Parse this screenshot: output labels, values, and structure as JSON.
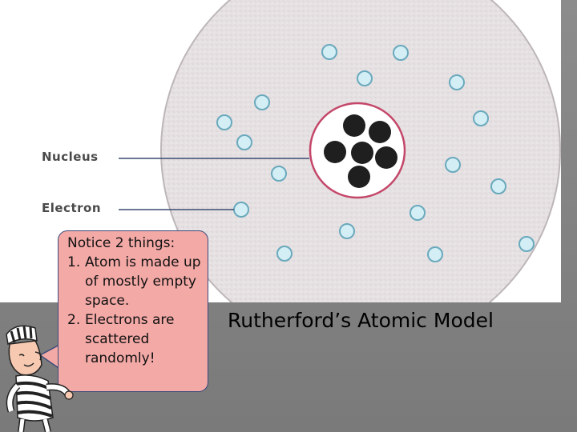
{
  "diagram": {
    "labels": {
      "nucleus": "Nucleus",
      "electron": "Electron"
    }
  },
  "caption": "Rutherford’s Atomic Model",
  "callout": {
    "title": "Notice 2 things:",
    "items": [
      {
        "number": "1.",
        "text": "Atom is made up of mostly empty space."
      },
      {
        "number": "2.",
        "text": "Electrons are scattered randomly!"
      }
    ]
  },
  "colors": {
    "atom_fill": "#e7e2e3",
    "atom_outline": "#bdb6b8",
    "nucleus_ring": "#c4476a",
    "proton": "#1f1f1f",
    "electron_fill": "#d3eef4",
    "electron_stroke": "#6aa9bd",
    "callout_fill": "#f3a9a6",
    "callout_border": "#3b4c7a",
    "leader_line": "#3a4a70"
  }
}
